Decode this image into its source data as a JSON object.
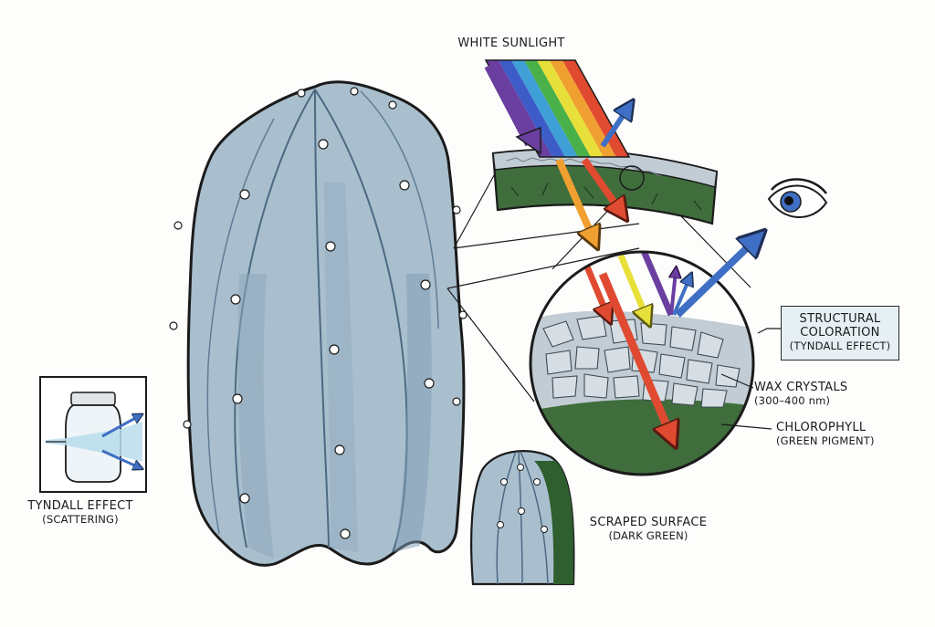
{
  "labels": {
    "sunlight": "WHITE SUNLIGHT",
    "structural_line1": "STRUCTURAL",
    "structural_line2": "COLORATION",
    "structural_sub": "(TYNDALL EFFECT)",
    "wax": "WAX CRYSTALS",
    "wax_sub": "(300–400 nm)",
    "chlorophyll": "CHLOROPHYLL",
    "chlorophyll_sub": "(GREEN PIGMENT)",
    "tyndall": "TYNDALL EFFECT",
    "tyndall_sub": "(SCATTERING)",
    "scraped": "SCRAPED SURFACE",
    "scraped_sub": "(DARK GREEN)"
  },
  "colors": {
    "cactus_blue": "#a9bfce",
    "cactus_shadow": "#7f9bb1",
    "chlorophyll_green": "#3f6e3c",
    "wax_gray": "#c2ccd4",
    "scatter_blue": "#3f6fc4",
    "callout_fill": "#e6f0f4"
  },
  "spectrum": [
    "#6a3fa0",
    "#3d5cc8",
    "#3fa0d8",
    "#49b04a",
    "#e8e03a",
    "#f0a030",
    "#e04a30"
  ]
}
